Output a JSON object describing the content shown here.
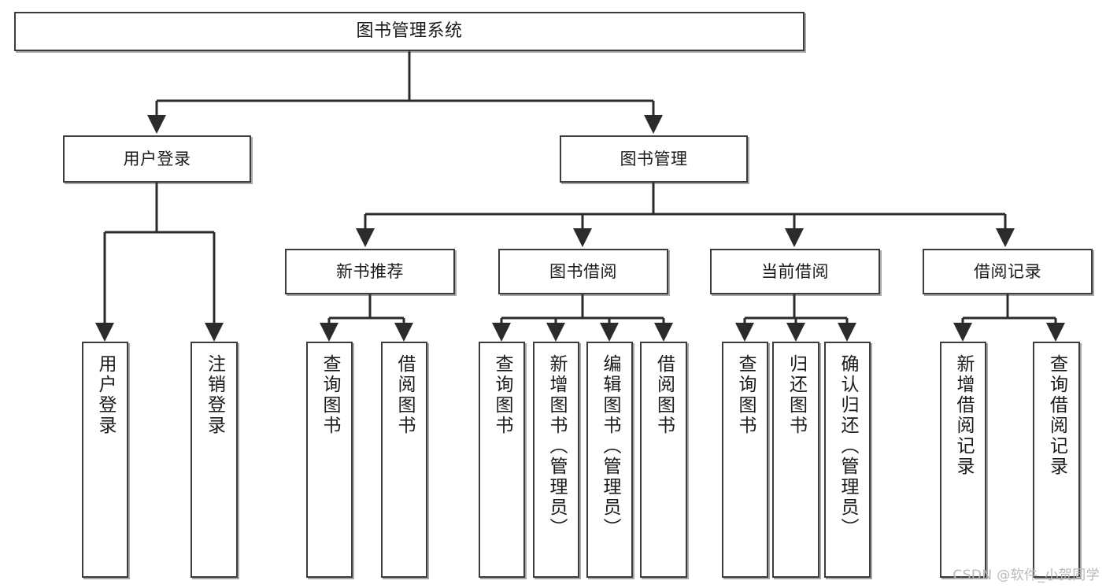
{
  "diagram": {
    "title": "图书管理系统",
    "type": "tree-hierarchy",
    "watermark": "CSDN @软件_小贺同学",
    "colors": {
      "box_border": "#3c3c3c",
      "box_fill": "#ffffff",
      "edge": "#2b2b2b",
      "text": "#1a1a1a",
      "watermark": "#b9b9b9",
      "background": "#ffffff"
    }
  },
  "nodes": {
    "root": {
      "label": "图书管理系统",
      "level": 0
    },
    "level1": [
      {
        "id": "user-login",
        "label": "用户登录",
        "level": 1
      },
      {
        "id": "book-management",
        "label": "图书管理",
        "level": 1
      }
    ],
    "level2": [
      {
        "id": "new-book-recommend",
        "label": "新书推荐",
        "level": 2,
        "parent": "book-management"
      },
      {
        "id": "book-borrow",
        "label": "图书借阅",
        "level": 2,
        "parent": "book-management"
      },
      {
        "id": "current-borrow",
        "label": "当前借阅",
        "level": 2,
        "parent": "book-management"
      },
      {
        "id": "borrow-record",
        "label": "借阅记录",
        "level": 2,
        "parent": "book-management"
      }
    ],
    "leaves": [
      {
        "id": "leaf-user-login",
        "label": "用户登录",
        "parent": "user-login"
      },
      {
        "id": "leaf-user-logout",
        "label": "注销登录",
        "parent": "user-login"
      },
      {
        "id": "leaf-query-book-1",
        "label": "查询图书",
        "parent": "new-book-recommend"
      },
      {
        "id": "leaf-borrow-book-1",
        "label": "借阅图书",
        "parent": "new-book-recommend"
      },
      {
        "id": "leaf-query-book-2",
        "label": "查询图书",
        "parent": "book-borrow"
      },
      {
        "id": "leaf-add-book",
        "label": "新增图书（管理员）",
        "parent": "book-borrow"
      },
      {
        "id": "leaf-edit-book",
        "label": "编辑图书（管理员）",
        "parent": "book-borrow"
      },
      {
        "id": "leaf-borrow-book-2",
        "label": "借阅图书",
        "parent": "book-borrow"
      },
      {
        "id": "leaf-query-book-3",
        "label": "查询图书",
        "parent": "current-borrow"
      },
      {
        "id": "leaf-return-book",
        "label": "归还图书",
        "parent": "current-borrow"
      },
      {
        "id": "leaf-confirm-return",
        "label": "确认归还（管理员）",
        "parent": "current-borrow"
      },
      {
        "id": "leaf-add-record",
        "label": "新增借阅记录",
        "parent": "borrow-record"
      },
      {
        "id": "leaf-query-record",
        "label": "查询借阅记录",
        "parent": "borrow-record"
      }
    ]
  }
}
